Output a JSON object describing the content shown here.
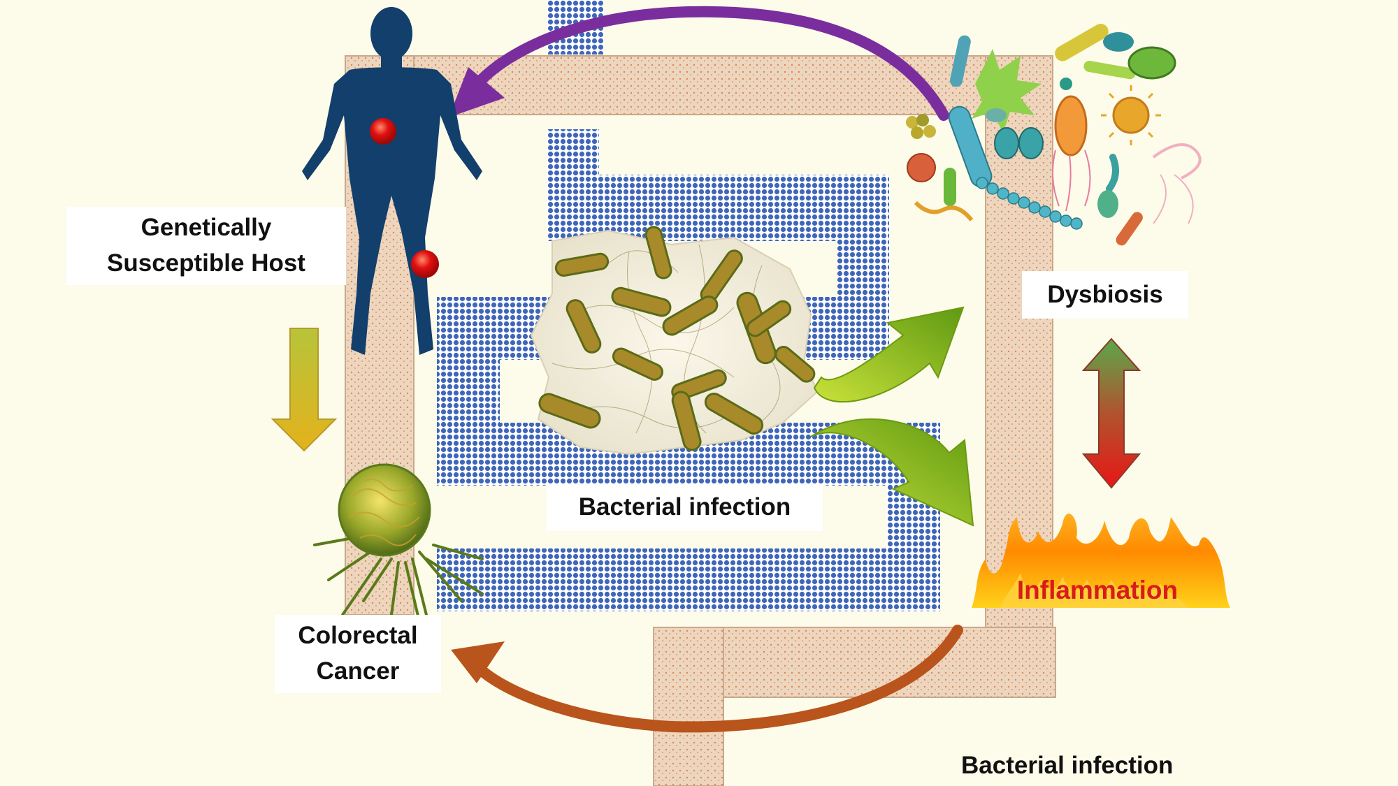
{
  "labels": {
    "host_line1": "Genetically",
    "host_line2": "Susceptible Host",
    "dysbiosis": "Dysbiosis",
    "bacterial_infection_center": "Bacterial infection",
    "inflammation": "Inflammation",
    "cancer_line1": "Colorectal",
    "cancer_line2": "Cancer",
    "bacterial_infection_bottom": "Bacterial infection"
  },
  "colors": {
    "background": "#fdfbe9",
    "colon_frame": "#eed5bd",
    "colon_frame_dots": "#d98a5a",
    "intestine_blue": "#3f66b8",
    "purple_arrow": "#7a2e9e",
    "brown_arrow": "#b8541c",
    "green_arrow": "#8cbf1c",
    "host_silhouette": "#123f6b",
    "tumor_dot": "#e01010",
    "inflammation_text": "#d81b1b"
  },
  "icons": [
    "human-silhouette-icon",
    "bacteria-cluster-icon",
    "microbes-icon",
    "cancer-cell-icon",
    "fire-icon"
  ]
}
